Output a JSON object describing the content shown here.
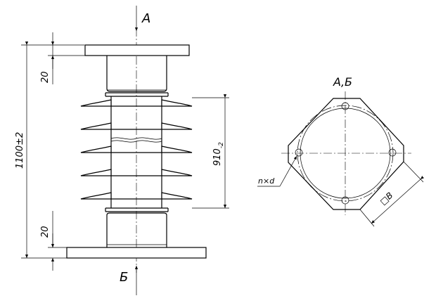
{
  "drawing": {
    "view_a": "А",
    "view_b": "Б",
    "section_title": "А,Б",
    "dim_total": "1100±2",
    "dim_flange_top": "20",
    "dim_flange_bottom": "20",
    "dim_ribs": "910",
    "dim_ribs_tol": "-2",
    "holes_label": "n×d",
    "square_label": "□B"
  }
}
